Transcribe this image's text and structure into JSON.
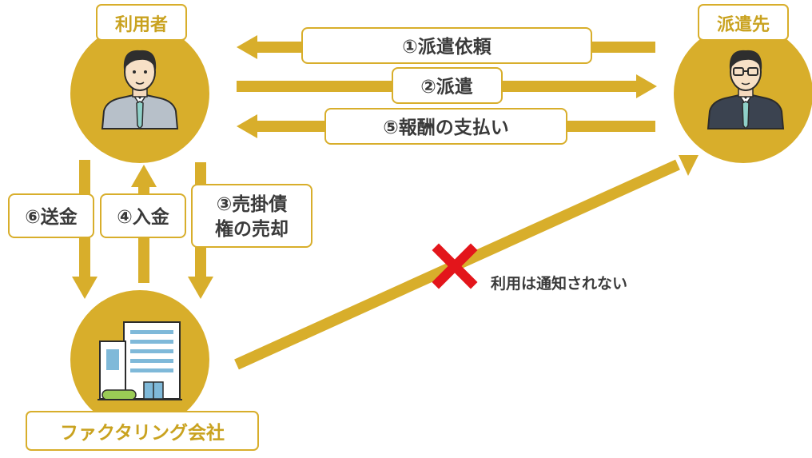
{
  "colors": {
    "gold": "#d8ae2b",
    "tag_text": "#c9a21f",
    "label_border": "#d8ae2b",
    "text_dark": "#3a3a3a",
    "cross": "#e3151b",
    "suit_grey": "#9aa3ad",
    "suit_dark": "#3b4350",
    "tie": "#8fd0c8",
    "building_blue": "#7fb9d9",
    "bush_green": "#9acb55"
  },
  "nodes": {
    "user": {
      "label": "利用者",
      "icon": "businessman-icon"
    },
    "dispatch": {
      "label": "派遣先",
      "icon": "businessman-glasses-icon"
    },
    "factoring": {
      "label": "ファクタリング会社",
      "icon": "office-building-icon"
    }
  },
  "flows": {
    "f1": "①派遣依頼",
    "f2": "②派遣",
    "f3_line1": "③売掛債",
    "f3_line2": "権の売却",
    "f4": "④入金",
    "f5": "⑤報酬の支払い",
    "f6": "⑥送金"
  },
  "note": {
    "text": "利用は通知されない",
    "icon": "red-cross-icon"
  }
}
